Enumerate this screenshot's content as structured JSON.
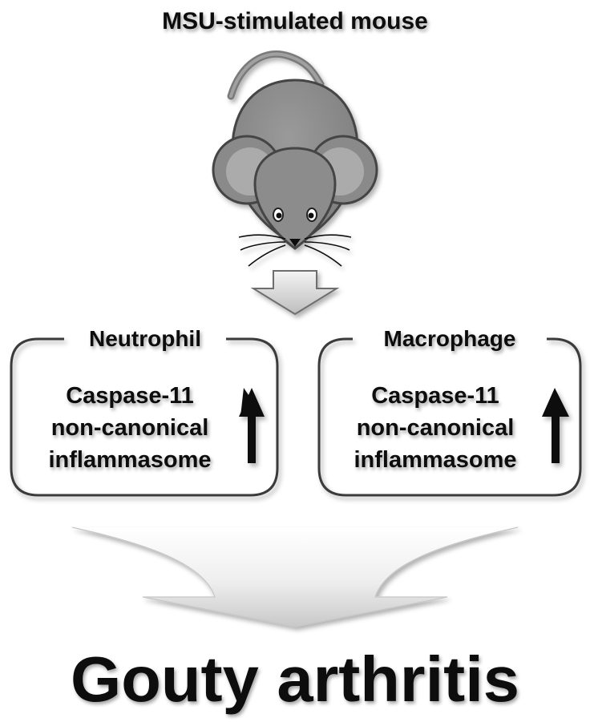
{
  "title": "MSU-stimulated mouse",
  "cells": [
    {
      "name": "Neutrophil",
      "lines": [
        "Caspase-11",
        "non-canonical",
        "inflammasome"
      ],
      "trend": "up"
    },
    {
      "name": "Macrophage",
      "lines": [
        "Caspase-11",
        "non-canonical",
        "inflammasome"
      ],
      "trend": "up"
    }
  ],
  "outcome": "Gouty arthritis",
  "colors": {
    "mouse_body": "#8c8c8c",
    "mouse_ear_inner": "#a9a9a9",
    "box_border": "#3a3a3a",
    "arrow_fill": "#d6d6d6",
    "text": "#111111"
  }
}
